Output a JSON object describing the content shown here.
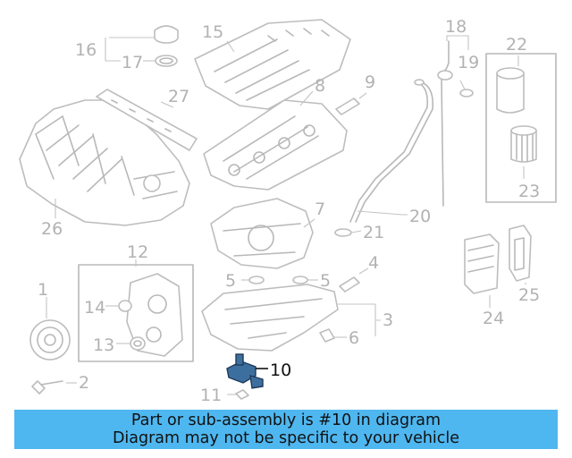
{
  "callouts": {
    "c1": "1",
    "c2": "2",
    "c3": "3",
    "c4": "4",
    "c5a": "5",
    "c5b": "5",
    "c6": "6",
    "c7": "7",
    "c8": "8",
    "c9": "9",
    "c10": "10",
    "c11": "11",
    "c12": "12",
    "c13": "13",
    "c14": "14",
    "c15": "15",
    "c16": "16",
    "c17": "17",
    "c18": "18",
    "c19": "19",
    "c20": "20",
    "c21": "21",
    "c22": "22",
    "c23": "23",
    "c24": "24",
    "c25": "25",
    "c26": "26",
    "c27": "27"
  },
  "highlighted_part": "10",
  "banner": {
    "line1": "Part or sub-assembly is #10 in diagram",
    "line2": "Diagram may not be specific to your vehicle",
    "background": "#4fb7f0"
  },
  "colors": {
    "line_art": "#b8b8b8",
    "label": "#b2b2b2",
    "highlight_part": "#3d6f9e",
    "highlight_label": "#111111"
  }
}
